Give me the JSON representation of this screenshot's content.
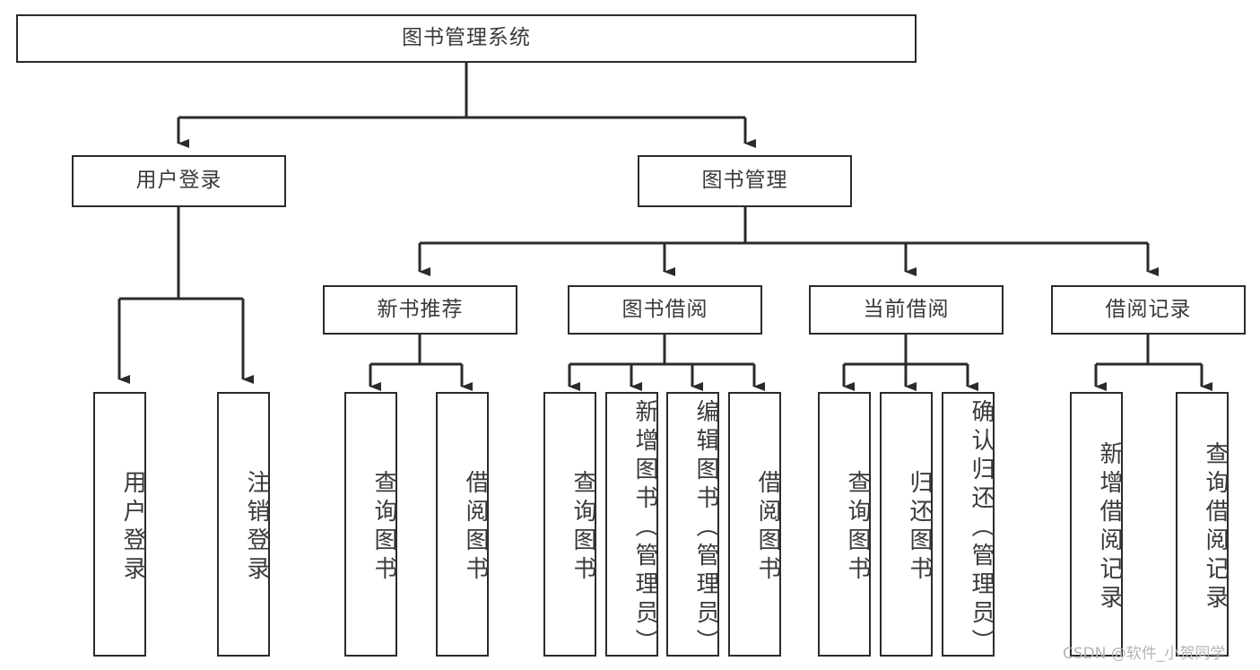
{
  "diagram": {
    "type": "hierarchy-tree",
    "title": "图书管理系统",
    "watermark": "CSDN @软件_小贺同学",
    "colors": {
      "box_border": "#2b2b2b",
      "box_fill": "#ffffff",
      "text": "#3a3a3a",
      "connector": "#2b2b2b",
      "watermark": "#b4b4b4"
    },
    "levels": {
      "root": {
        "label": "图书管理系统"
      },
      "level2": [
        {
          "label": "用户登录"
        },
        {
          "label": "图书管理"
        }
      ],
      "level3": [
        {
          "label": "新书推荐"
        },
        {
          "label": "图书借阅"
        },
        {
          "label": "当前借阅"
        },
        {
          "label": "借阅记录"
        }
      ],
      "leaves": [
        {
          "label": "用户登录",
          "parent": "用户登录"
        },
        {
          "label": "注销登录",
          "parent": "用户登录"
        },
        {
          "label": "查询图书",
          "parent": "新书推荐"
        },
        {
          "label": "借阅图书",
          "parent": "新书推荐"
        },
        {
          "label": "查询图书",
          "parent": "图书借阅"
        },
        {
          "label": "新增图书（管理员）",
          "parent": "图书借阅"
        },
        {
          "label": "编辑图书（管理员）",
          "parent": "图书借阅"
        },
        {
          "label": "借阅图书",
          "parent": "图书借阅"
        },
        {
          "label": "查询图书",
          "parent": "当前借阅"
        },
        {
          "label": "归还图书",
          "parent": "当前借阅"
        },
        {
          "label": "确认归还（管理员）",
          "parent": "当前借阅"
        },
        {
          "label": "新增借阅记录",
          "parent": "借阅记录"
        },
        {
          "label": "查询借阅记录",
          "parent": "借阅记录"
        }
      ]
    }
  }
}
